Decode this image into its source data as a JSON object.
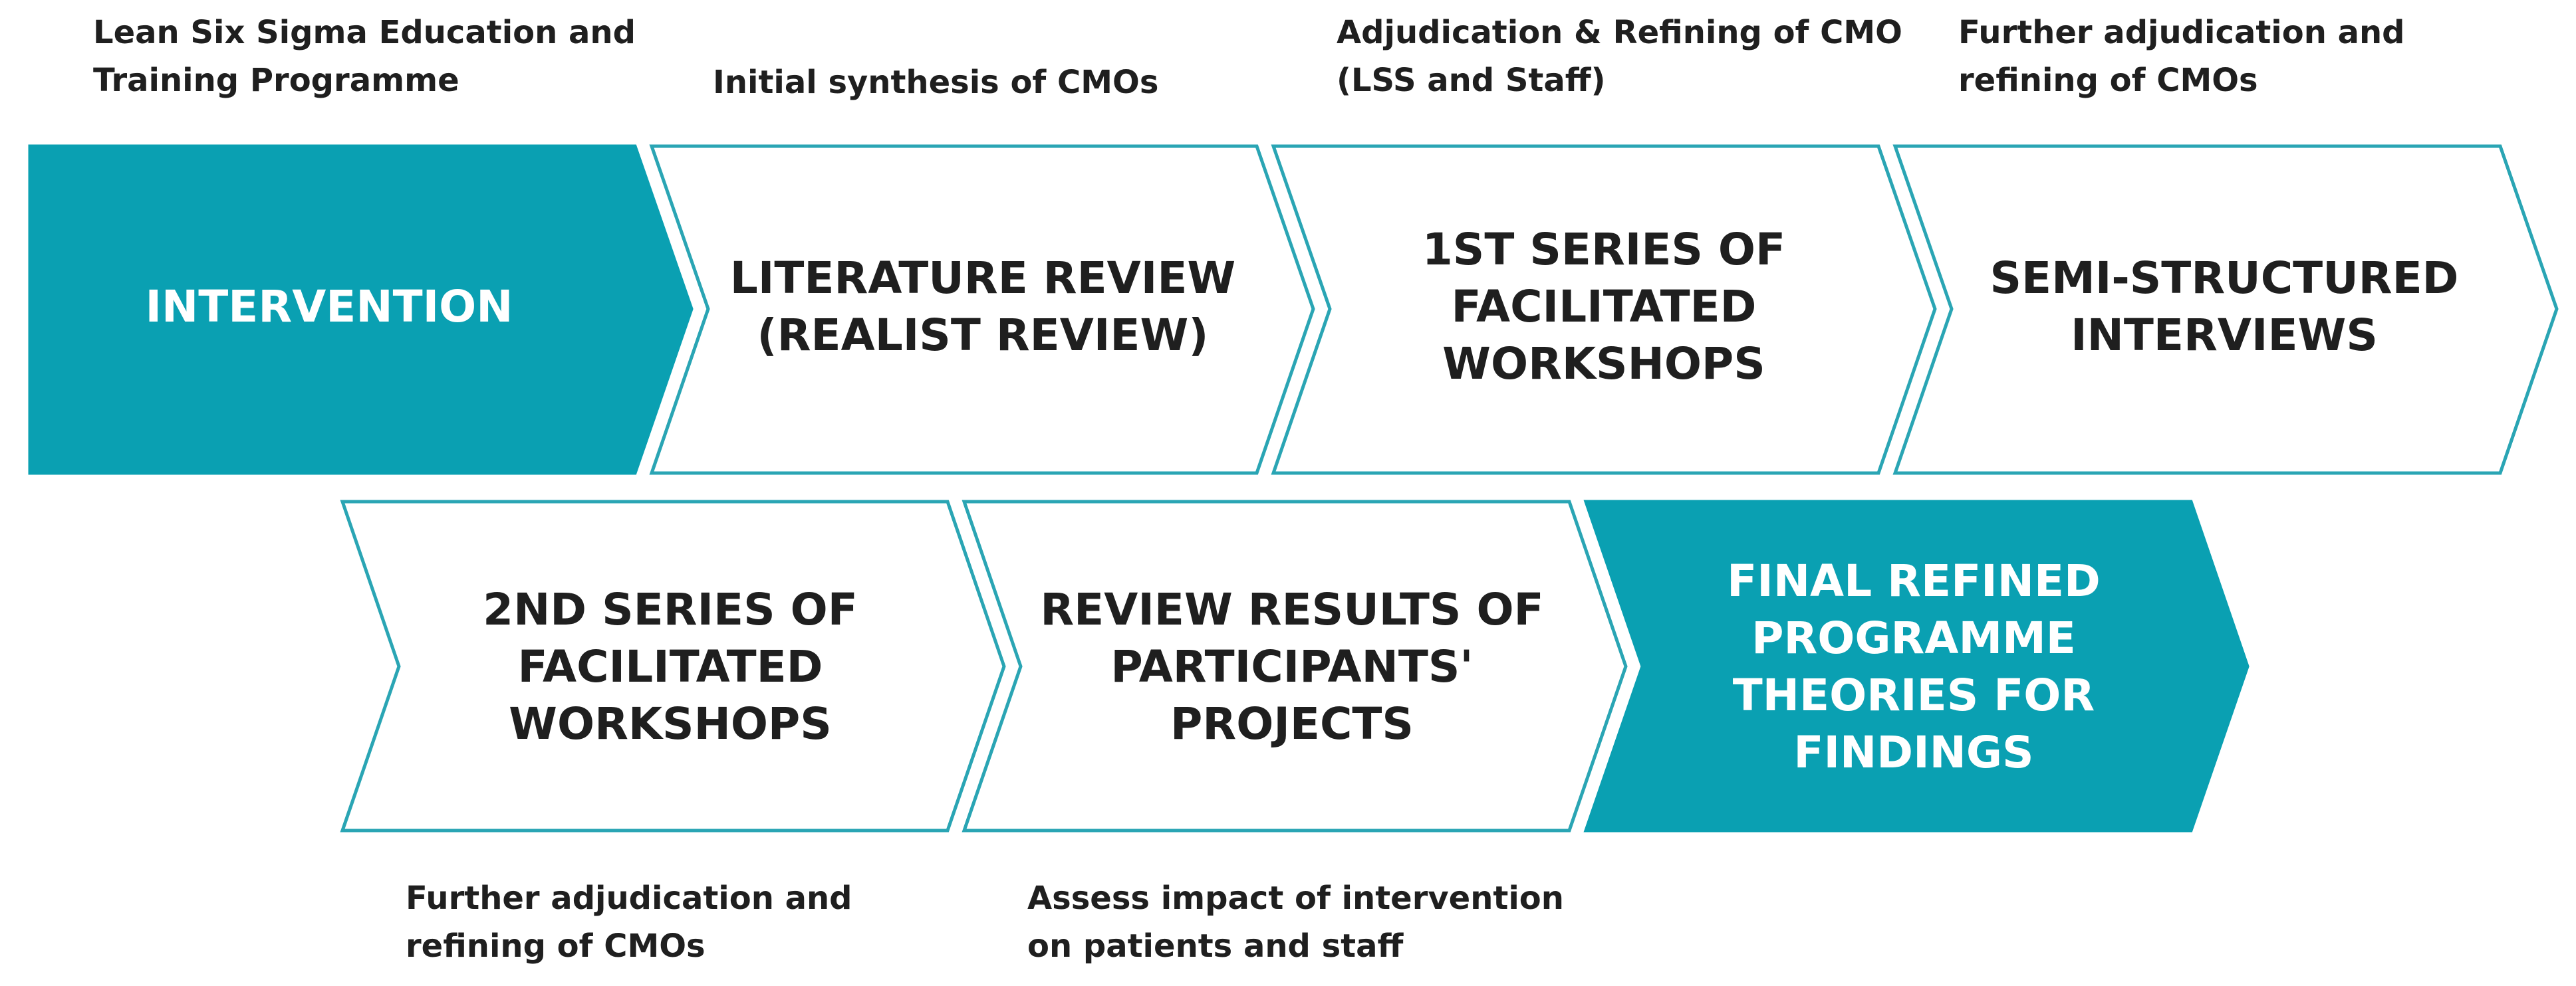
{
  "colors": {
    "accent": "#0aa0b2",
    "outline": "#2aa5b4",
    "text_dark": "#1f1f1f",
    "text_light": "#ffffff"
  },
  "annotations": {
    "intervention": [
      "Lean Six Sigma Education and",
      "Training Programme"
    ],
    "literature_review": [
      "Initial synthesis of CMOs"
    ],
    "workshops_1": [
      "Adjudication & Refining of CMO",
      "(LSS and Staff)"
    ],
    "interviews": [
      "Further adjudication and",
      "refining of CMOs"
    ],
    "workshops_2": [
      "Further adjudication and",
      "refining of CMOs"
    ],
    "review_results": [
      "Assess impact of intervention",
      "on patients and staff"
    ]
  },
  "steps": {
    "intervention": {
      "lines": [
        "INTERVENTION"
      ],
      "style": "filled"
    },
    "literature_review": {
      "lines": [
        "LITERATURE REVIEW",
        "(REALIST REVIEW)"
      ],
      "style": "outline"
    },
    "workshops_1": {
      "lines": [
        "1ST SERIES OF",
        "FACILITATED",
        "WORKSHOPS"
      ],
      "style": "outline"
    },
    "interviews": {
      "lines": [
        "SEMI-STRUCTURED",
        "INTERVIEWS"
      ],
      "style": "outline"
    },
    "workshops_2": {
      "lines": [
        "2ND SERIES OF",
        "FACILITATED",
        "WORKSHOPS"
      ],
      "style": "outline"
    },
    "review_results": {
      "lines": [
        "REVIEW RESULTS OF",
        "PARTICIPANTS'",
        "PROJECTS"
      ],
      "style": "outline"
    },
    "final": {
      "lines": [
        "FINAL REFINED",
        "PROGRAMME",
        "THEORIES FOR",
        "FINDINGS"
      ],
      "style": "filled"
    }
  }
}
